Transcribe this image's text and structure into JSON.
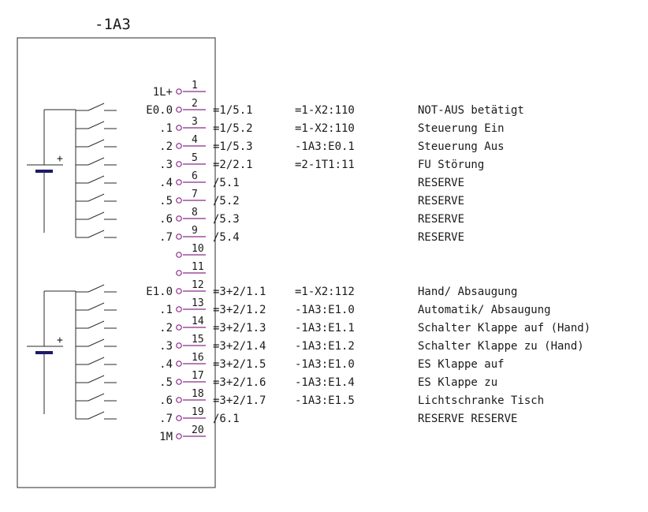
{
  "module": {
    "title": "-1A3"
  },
  "pins": [
    {
      "num": "1",
      "name": "1L+",
      "xref": "",
      "target": "",
      "desc": ""
    },
    {
      "num": "2",
      "name": "E0.0",
      "xref": "=1/5.1",
      "target": "=1-X2:110",
      "desc": "NOT-AUS betätigt"
    },
    {
      "num": "3",
      "name": ".1",
      "xref": "=1/5.2",
      "target": "=1-X2:110",
      "desc": "Steuerung Ein"
    },
    {
      "num": "4",
      "name": ".2",
      "xref": "=1/5.3",
      "target": "-1A3:E0.1",
      "desc": "Steuerung Aus"
    },
    {
      "num": "5",
      "name": ".3",
      "xref": "=2/2.1",
      "target": "=2-1T1:11",
      "desc": "FU Störung"
    },
    {
      "num": "6",
      "name": ".4",
      "xref": "/5.1",
      "target": "",
      "desc": "RESERVE"
    },
    {
      "num": "7",
      "name": ".5",
      "xref": "/5.2",
      "target": "",
      "desc": "RESERVE"
    },
    {
      "num": "8",
      "name": ".6",
      "xref": "/5.3",
      "target": "",
      "desc": "RESERVE"
    },
    {
      "num": "9",
      "name": ".7",
      "xref": "/5.4",
      "target": "",
      "desc": "RESERVE"
    },
    {
      "num": "10",
      "name": "",
      "xref": "",
      "target": "",
      "desc": ""
    },
    {
      "num": "11",
      "name": "",
      "xref": "",
      "target": "",
      "desc": ""
    },
    {
      "num": "12",
      "name": "E1.0",
      "xref": "=3+2/1.1",
      "target": "=1-X2:112",
      "desc": "Hand/ Absaugung"
    },
    {
      "num": "13",
      "name": ".1",
      "xref": "=3+2/1.2",
      "target": "-1A3:E1.0",
      "desc": "Automatik/ Absaugung"
    },
    {
      "num": "14",
      "name": ".2",
      "xref": "=3+2/1.3",
      "target": "-1A3:E1.1",
      "desc": "Schalter Klappe auf (Hand)"
    },
    {
      "num": "15",
      "name": ".3",
      "xref": "=3+2/1.4",
      "target": "-1A3:E1.2",
      "desc": "Schalter Klappe zu (Hand)"
    },
    {
      "num": "16",
      "name": ".4",
      "xref": "=3+2/1.5",
      "target": "-1A3:E1.0",
      "desc": "ES Klappe auf"
    },
    {
      "num": "17",
      "name": ".5",
      "xref": "=3+2/1.6",
      "target": "-1A3:E1.4",
      "desc": "ES Klappe zu"
    },
    {
      "num": "18",
      "name": ".6",
      "xref": "=3+2/1.7",
      "target": "-1A3:E1.5",
      "desc": "Lichtschranke Tisch"
    },
    {
      "num": "19",
      "name": ".7",
      "xref": "/6.1",
      "target": "",
      "desc": "RESERVE RESERVE"
    },
    {
      "num": "20",
      "name": "1M",
      "xref": "",
      "target": "",
      "desc": ""
    }
  ],
  "batteries": [
    {
      "polarity": "+"
    },
    {
      "polarity": "+"
    }
  ]
}
